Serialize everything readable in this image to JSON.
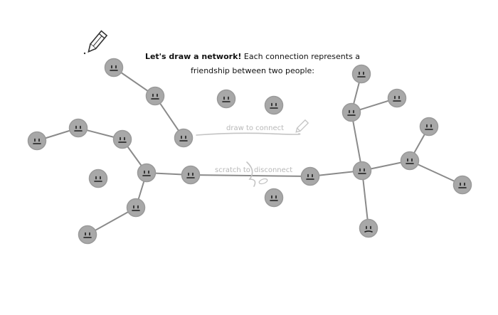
{
  "intro": {
    "title": "Let's draw a network!",
    "text": "Each connection represents a friendship between two people:"
  },
  "hints": {
    "connect_label": "draw to connect",
    "disconnect_label_a": "scratch to",
    "disconnect_label_b": "disconnect"
  },
  "colors": {
    "node_fill": "#a8a8a8",
    "edge": "#8a8a8a",
    "hint": "#c4c4c4",
    "face": "#1a1a1a"
  },
  "icons": {
    "tool": "pencil-icon"
  },
  "nodes": [
    {
      "id": "n1",
      "face": "flat"
    },
    {
      "id": "n2",
      "face": "flat"
    },
    {
      "id": "n3",
      "face": "flat"
    },
    {
      "id": "n4",
      "face": "flat"
    },
    {
      "id": "n5",
      "face": "flat"
    },
    {
      "id": "n6",
      "face": "flat"
    },
    {
      "id": "n7",
      "face": "flat"
    },
    {
      "id": "n8",
      "face": "flat"
    },
    {
      "id": "n9",
      "face": "flat"
    },
    {
      "id": "n10",
      "face": "flat"
    },
    {
      "id": "n11",
      "face": "flat"
    },
    {
      "id": "n12",
      "face": "flat"
    },
    {
      "id": "n13",
      "face": "flat"
    },
    {
      "id": "n14",
      "face": "flat"
    },
    {
      "id": "n15",
      "face": "flat"
    },
    {
      "id": "n16",
      "face": "flat"
    },
    {
      "id": "n17",
      "face": "flat"
    },
    {
      "id": "n18",
      "face": "flat"
    },
    {
      "id": "n19",
      "face": "flat"
    },
    {
      "id": "n20",
      "face": "flat"
    },
    {
      "id": "n21",
      "face": "flat"
    },
    {
      "id": "n22",
      "face": "flat"
    },
    {
      "id": "n23",
      "face": "frown"
    }
  ],
  "edges": [
    [
      "n1",
      "n2"
    ],
    [
      "n2",
      "n5"
    ],
    [
      "n6",
      "n7"
    ],
    [
      "n7",
      "n9"
    ],
    [
      "n9",
      "n10"
    ],
    [
      "n10",
      "n11"
    ],
    [
      "n10",
      "n12"
    ],
    [
      "n12",
      "n13"
    ],
    [
      "n11",
      "n14"
    ],
    [
      "n14",
      "n16"
    ],
    [
      "n16",
      "n17"
    ],
    [
      "n17",
      "n18"
    ],
    [
      "n17",
      "n19"
    ],
    [
      "n16",
      "n20"
    ],
    [
      "n16",
      "n23"
    ],
    [
      "n20",
      "n21"
    ],
    [
      "n20",
      "n22"
    ]
  ]
}
